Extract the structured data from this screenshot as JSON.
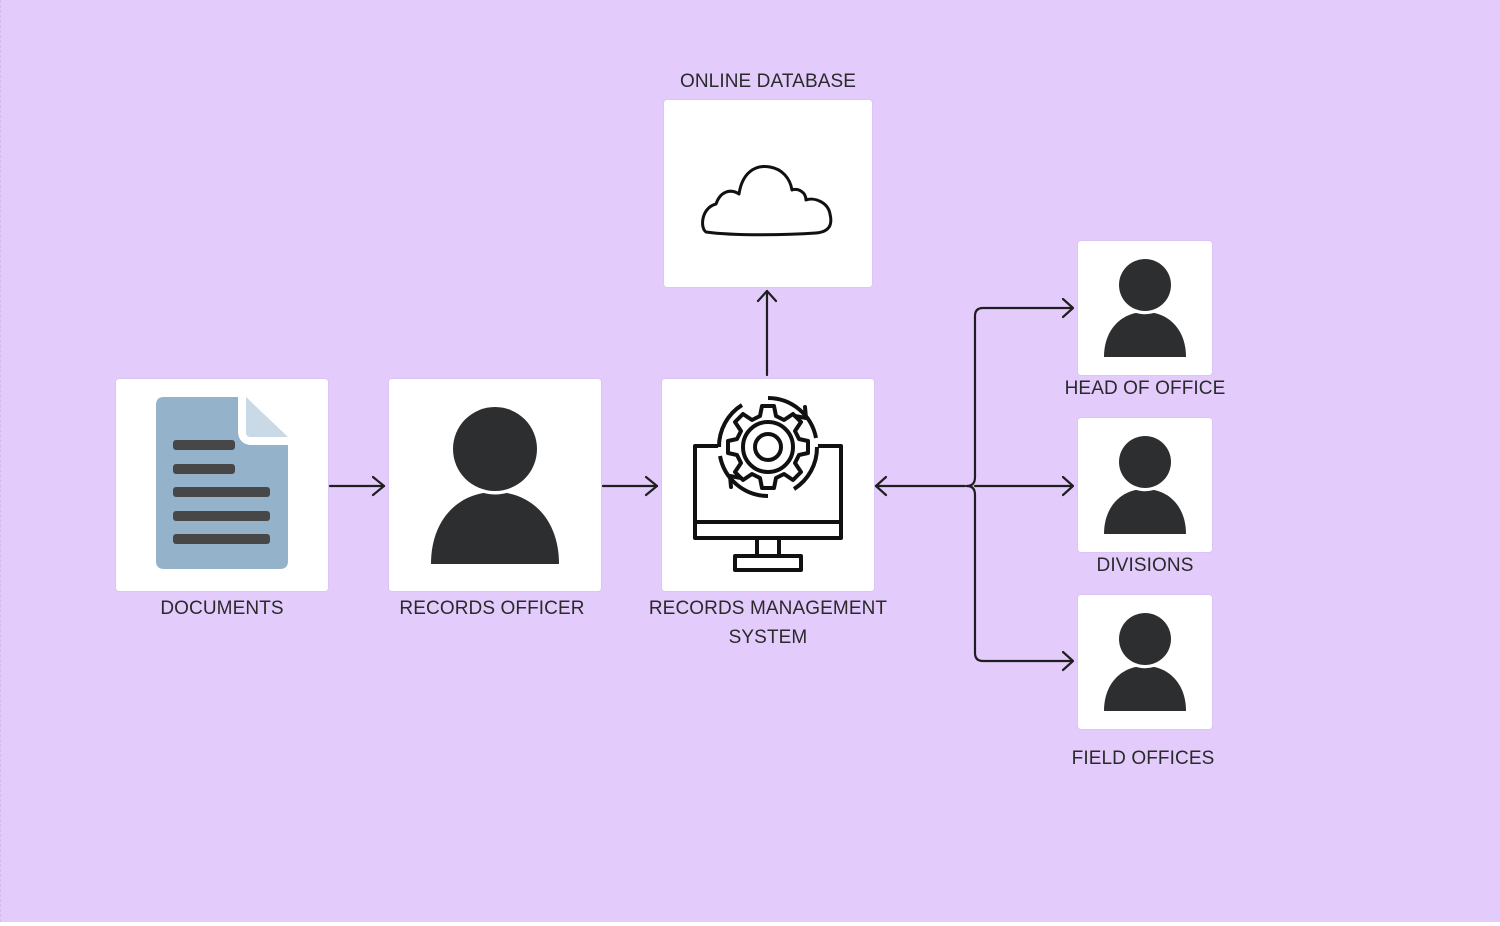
{
  "diagram": {
    "nodes": {
      "online_database": {
        "label": "ONLINE DATABASE",
        "icon": "cloud-icon"
      },
      "documents": {
        "label": "DOCUMENTS",
        "icon": "document-icon"
      },
      "records_officer": {
        "label": "RECORDS OFFICER",
        "icon": "person-icon"
      },
      "rms": {
        "label_line1": "RECORDS MANAGEMENT",
        "label_line2": "SYSTEM",
        "icon": "computer-gear-icon"
      },
      "head_of_office": {
        "label": "HEAD OF OFFICE",
        "icon": "person-icon"
      },
      "divisions": {
        "label": "DIVISIONS",
        "icon": "person-icon"
      },
      "field_offices": {
        "label": "FIELD OFFICES",
        "icon": "person-icon"
      }
    },
    "colors": {
      "background": "#e3ccfc",
      "card": "#ffffff",
      "icon_dark": "#2d2e30",
      "document_body": "#95b2cb",
      "document_lines": "#474747",
      "connector": "#1f1f1f"
    }
  }
}
